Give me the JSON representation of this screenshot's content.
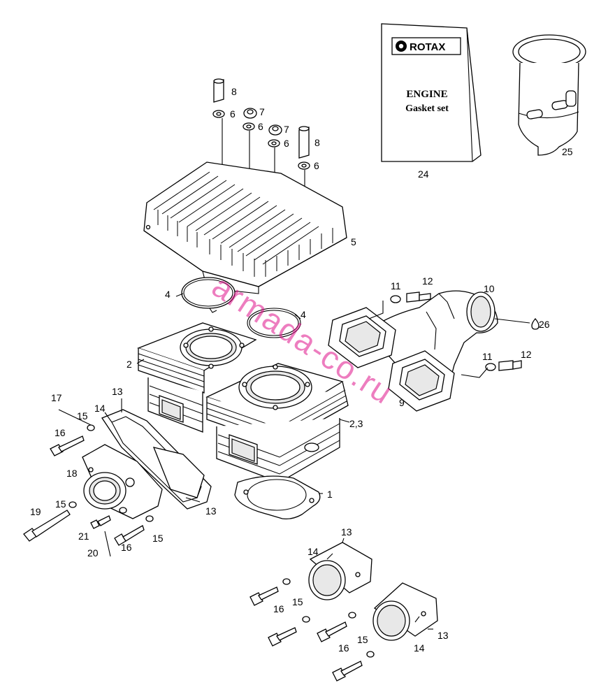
{
  "book": {
    "brand": "ROTAX",
    "title": "ENGINE",
    "subtitle": "Gasket set"
  },
  "watermark": "armada-co.ru",
  "labels": [
    {
      "key": "l8a",
      "text": "8"
    },
    {
      "key": "l6a",
      "text": "6"
    },
    {
      "key": "l7a",
      "text": "7"
    },
    {
      "key": "l6b",
      "text": "6"
    },
    {
      "key": "l7b",
      "text": "7"
    },
    {
      "key": "l6c",
      "text": "6"
    },
    {
      "key": "l8b",
      "text": "8"
    },
    {
      "key": "l6d",
      "text": "6"
    },
    {
      "key": "l5",
      "text": "5"
    },
    {
      "key": "l24",
      "text": "24"
    },
    {
      "key": "l25",
      "text": "25"
    },
    {
      "key": "l4a",
      "text": "4"
    },
    {
      "key": "l4b",
      "text": "4"
    },
    {
      "key": "l2",
      "text": "2"
    },
    {
      "key": "l23",
      "text": "2,3"
    },
    {
      "key": "l1",
      "text": "1"
    },
    {
      "key": "l11a",
      "text": "11"
    },
    {
      "key": "l12a",
      "text": "12"
    },
    {
      "key": "l10",
      "text": "10"
    },
    {
      "key": "l26",
      "text": "26"
    },
    {
      "key": "l11b",
      "text": "11"
    },
    {
      "key": "l12b",
      "text": "12"
    },
    {
      "key": "l9",
      "text": "9"
    },
    {
      "key": "l17",
      "text": "17"
    },
    {
      "key": "l15a",
      "text": "15"
    },
    {
      "key": "l14a",
      "text": "14"
    },
    {
      "key": "l13a",
      "text": "13"
    },
    {
      "key": "l16a",
      "text": "16"
    },
    {
      "key": "l18",
      "text": "18"
    },
    {
      "key": "l15b",
      "text": "15"
    },
    {
      "key": "l13b",
      "text": "13"
    },
    {
      "key": "l19",
      "text": "19"
    },
    {
      "key": "l21",
      "text": "21"
    },
    {
      "key": "l20",
      "text": "20"
    },
    {
      "key": "l16b",
      "text": "16"
    },
    {
      "key": "l15c",
      "text": "15"
    },
    {
      "key": "l13c",
      "text": "13"
    },
    {
      "key": "l14b",
      "text": "14"
    },
    {
      "key": "l15d",
      "text": "15"
    },
    {
      "key": "l16c",
      "text": "16"
    },
    {
      "key": "l15e",
      "text": "15"
    },
    {
      "key": "l16d",
      "text": "16"
    },
    {
      "key": "l13d",
      "text": "13"
    },
    {
      "key": "l14c",
      "text": "14"
    }
  ]
}
